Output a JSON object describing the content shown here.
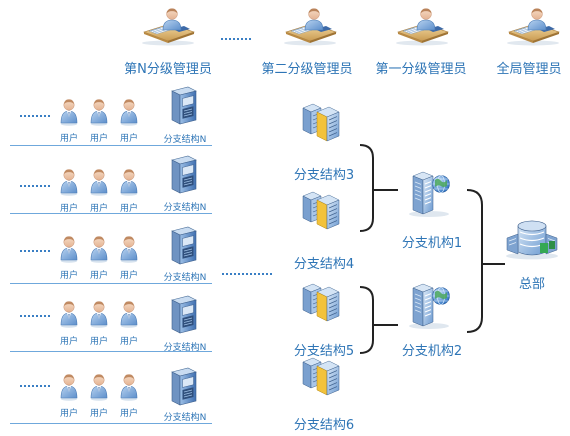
{
  "admins": [
    {
      "label": "第N分级管理员"
    },
    {
      "label": "第二分级管理员"
    },
    {
      "label": "第一分级管理员"
    },
    {
      "label": "全局管理员"
    }
  ],
  "user_label": "用户",
  "branch_n_label": "分支结构N",
  "mid_nodes": [
    {
      "label": "分支结构3"
    },
    {
      "label": "分支结构4"
    },
    {
      "label": "分支结构5"
    },
    {
      "label": "分支结构6"
    }
  ],
  "orgs": [
    {
      "label": "分支机构1"
    },
    {
      "label": "分支机构2"
    }
  ],
  "hq": {
    "label": "总部"
  },
  "icons": {
    "admin": "admin-desk-icon",
    "user": "user-icon",
    "branch_n": "cabinet-server-icon",
    "mid": "rack-server-icon",
    "org": "building-globe-icon",
    "hq": "headquarters-building-icon"
  },
  "colors": {
    "label": "#2e75b6",
    "line": "#222222",
    "divider": "#6fa8dc"
  }
}
